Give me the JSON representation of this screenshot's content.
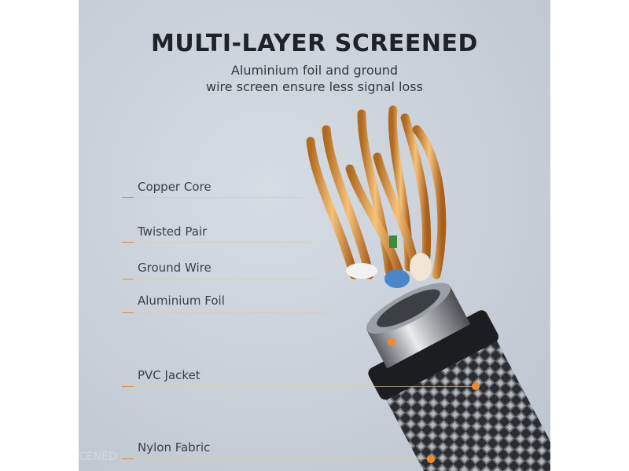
{
  "title": "MULTI-LAYER SCREENED",
  "subtitle_line1": "Aluminium foil and ground",
  "subtitle_line2": "wire screen ensure less signal loss",
  "layers": [
    "Copper Core",
    "Twisted Pair",
    "Ground Wire",
    "Aluminium Foil",
    "PVC Jacket",
    "Nylon Fabric"
  ],
  "watermark": "CENED",
  "colors": {
    "accent": "#e8893a",
    "copper": "#e0a050",
    "background": "#c9d0d8",
    "title": "#1f2226"
  }
}
